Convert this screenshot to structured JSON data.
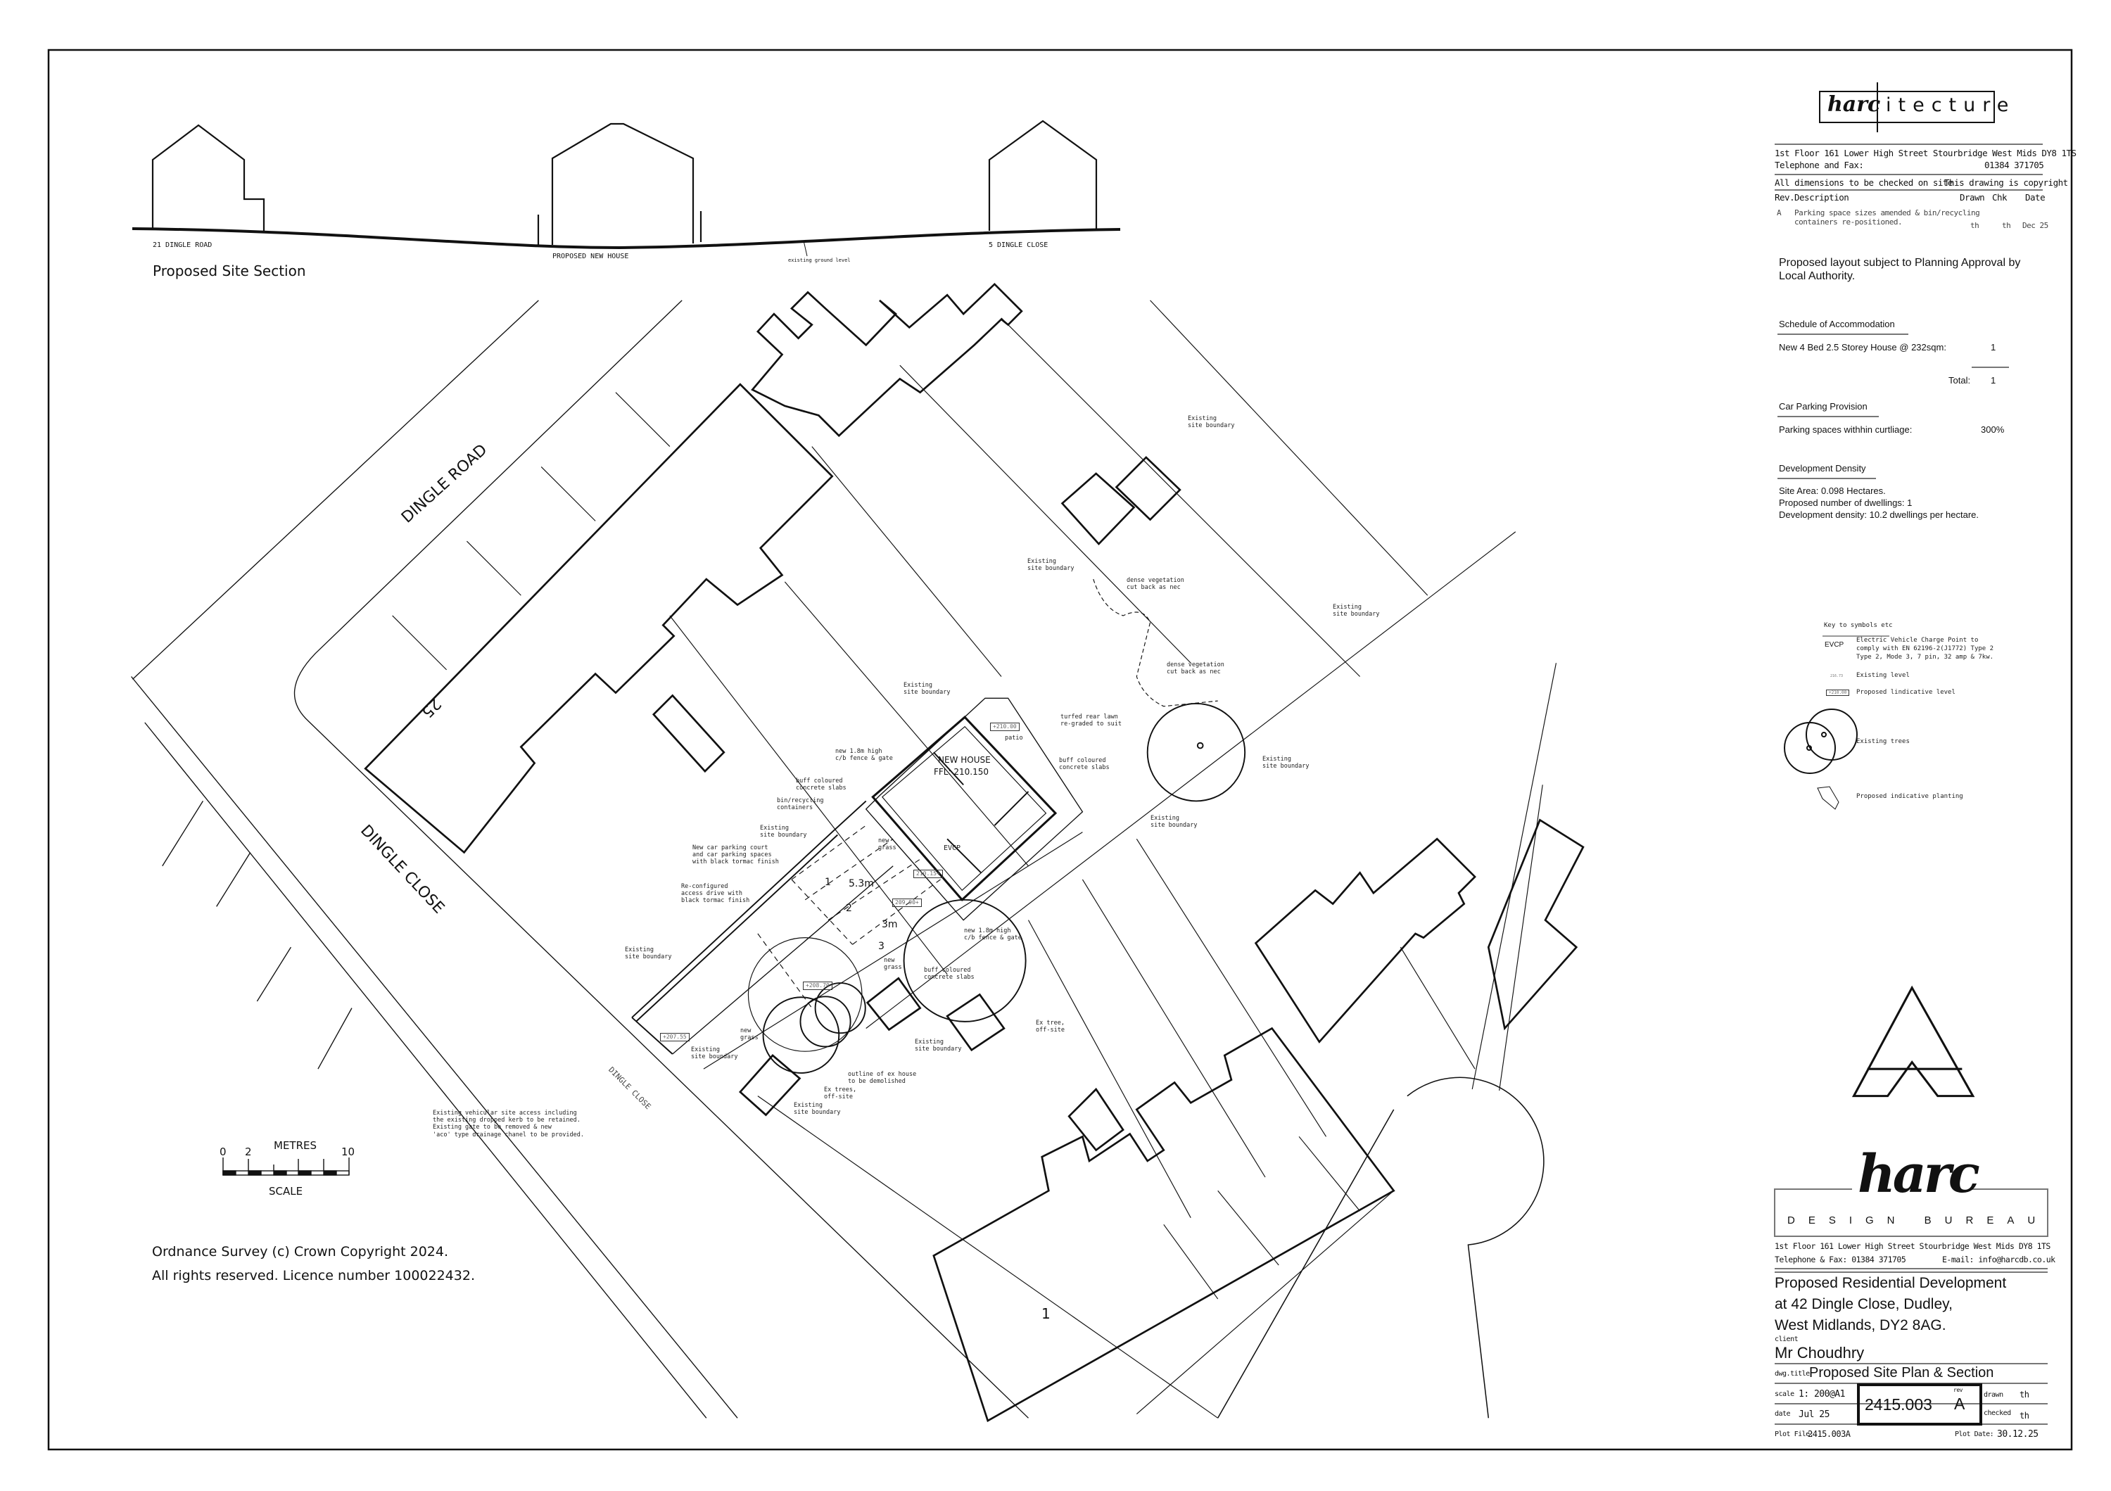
{
  "section": {
    "title": "Proposed Site Section",
    "labels": [
      "21 DINGLE ROAD",
      "PROPOSED NEW HOUSE",
      "existing ground level",
      "5 DINGLE CLOSE"
    ]
  },
  "plan": {
    "road_names": [
      "DINGLE ROAD",
      "DINGLE CLOSE",
      "DINGLE CLOSE"
    ],
    "house_numbers": [
      "25",
      "1"
    ],
    "new_house": {
      "name": "NEW HOUSE",
      "ffl": "FFL: 210.150"
    },
    "parking": {
      "bays": [
        "1",
        "2",
        "3"
      ],
      "depth": "5.3m",
      "width": "3m"
    },
    "proposed_levels": [
      "+210.00",
      "210.15+",
      "209.90+",
      "+208.70",
      "+207.55"
    ],
    "annotations": [
      "new 1.8m high\nc/b fence & gate",
      "buff coloured\nconcrete slabs",
      "bin/recycling\ncontainers",
      "Existing\nsite boundary",
      "New car parking court\nand car parking spaces\nwith black tormac finish",
      "Re-configured\naccess drive with\nblack tormac finish",
      "Existing\nsite boundary",
      "patio",
      "buff coloured\nconcrete slabs",
      "turfed rear lawn\nre-graded to suit",
      "Existing\nsite boundary",
      "dense vegetation\ncut back as nec",
      "dense vegetation\ncut back as nec",
      "Existing\nsite boundary",
      "Existing\nsite boundary",
      "Existing\nsite boundary",
      "Existing\nsite boundary",
      "Existing\nsite boundary",
      "EVCP",
      "new\ngrass",
      "new\ngrass",
      "new 1.8m high\nc/b fence & gate",
      "buff coloured\nconcrete slabs",
      "Existing\nsite boundary",
      "new\ngrass",
      "Existing\nsite boundary",
      "Ex trees,\noff-site",
      "outline of ex house\nto be demolished",
      "Existing\nsite boundary",
      "Ex tree,\noff-site",
      "Existing vehicular site access including\nthe existing dropped kerb to be retained.\nExisting gate to be removed & new\n'aco' type drainage chanel to be provided."
    ]
  },
  "scale_bar": {
    "ticks": [
      "0",
      "2",
      "10"
    ],
    "units": "METRES",
    "label": "SCALE"
  },
  "copyright": [
    "Ordnance Survey (c) Crown Copyright 2024.",
    "All rights reserved. Licence number 100022432."
  ],
  "header_block": {
    "logo": {
      "left": "harc",
      "right": "itecture"
    },
    "address": "1st Floor   161 Lower High Street   Stourbridge   West Mids DY8 1TS",
    "phone_label": "Telephone and Fax:",
    "phone": "01384  371705",
    "dimensions_note": "All dimensions to be checked on site",
    "copyright_note": "This drawing is copyright",
    "rev_headers": {
      "rev": "Rev.",
      "description": "Description",
      "drawn": "Drawn",
      "chk": "Chk",
      "date": "Date"
    },
    "revisions": [
      {
        "rev": "A",
        "description": "Parking space sizes amended & bin/recycling\ncontainers re-positioned.",
        "drawn": "th",
        "chk": "th",
        "date": "Dec 25"
      }
    ],
    "planning_note": "Proposed layout subject to Planning Approval by\nLocal Authority."
  },
  "schedule": {
    "title": "Schedule of Accommodation",
    "item_label": "New 4 Bed 2.5 Storey House @ 232sqm:",
    "item_value": "1",
    "total_label": "Total:",
    "total_value": "1"
  },
  "parking_provision": {
    "title": "Car Parking Provision",
    "label": "Parking spaces withhin curtliage:",
    "value": "300%"
  },
  "density": {
    "title": "Development Density",
    "lines": [
      "Site Area: 0.098 Hectares.",
      "Proposed number of dwellings: 1",
      "Development density: 10.2 dwellings per hectare."
    ]
  },
  "key": {
    "title": "Key to symbols etc",
    "evcp_symbol": "EVCP",
    "evcp_text": "Electric Vehicle Charge Point to\ncomply with EN 62196-2(J1772) Type 2\nType 2, Mode 3, 7 pin, 32 amp & 7kw.",
    "existing_level_sample": "216.73",
    "existing_level": "Existing level",
    "proposed_level_sample": "+210.00",
    "proposed_level": "Proposed lindicative level",
    "existing_trees": "Existing trees",
    "planting": "Proposed indicative planting"
  },
  "title_block": {
    "logo": "harc",
    "subtitle": "DESIGN BUREAU",
    "address": "1st Floor   161 Lower High Street   Stourbridge   West Mids   DY8 1TS",
    "phone": "Telephone & Fax: 01384 371705",
    "email": "E-mail: info@harcdb.co.uk",
    "project": [
      "Proposed Residential Development",
      "at 42 Dingle Close, Dudley,",
      "West Midlands, DY2 8AG."
    ],
    "client_label": "client",
    "client": "Mr Choudhry",
    "dwg_title_label": "dwg.title",
    "dwg_title": "Proposed Site Plan & Section",
    "scale_label": "scale",
    "scale": "1: 200@A1",
    "date_label": "date",
    "date": "Jul  25",
    "drawing_number": "2415.003",
    "rev_label": "rev",
    "rev": "A",
    "drawn_label": "drawn",
    "drawn": "th",
    "checked_label": "checked",
    "checked": "th",
    "plot_file_label": "Plot File:",
    "plot_file": "2415.003A",
    "plot_date_label": "Plot Date:",
    "plot_date": "30.12.25"
  }
}
